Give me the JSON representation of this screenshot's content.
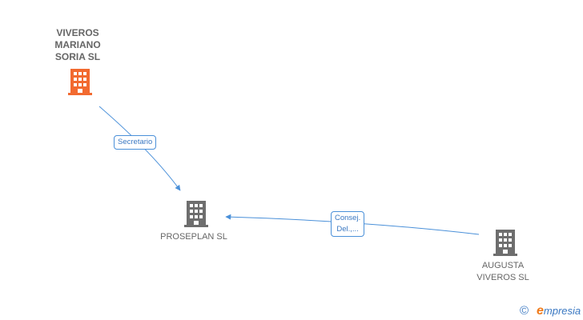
{
  "nodes": {
    "viveros_mariano_soria": {
      "label_lines": [
        "VIVEROS",
        "MARIANO",
        "SORIA SL"
      ],
      "color": "#f26a30",
      "icon": "building-icon"
    },
    "proseplan": {
      "label": "PROSEPLAN SL",
      "color": "#6e6e6e",
      "icon": "building-icon"
    },
    "augusta_viveros": {
      "label_lines": [
        "AUGUSTA",
        "VIVEROS SL"
      ],
      "color": "#6e6e6e",
      "icon": "building-icon"
    }
  },
  "edges": [
    {
      "from": "viveros_mariano_soria",
      "to": "proseplan",
      "label": "Secretario"
    },
    {
      "from": "augusta_viveros",
      "to": "proseplan",
      "label_lines": [
        "Consej.",
        "Del.,..."
      ]
    }
  ],
  "edge_color": "#4a90d9",
  "footer": {
    "copyright_symbol": "©",
    "brand_initial": "e",
    "brand_rest": "mpresia"
  }
}
